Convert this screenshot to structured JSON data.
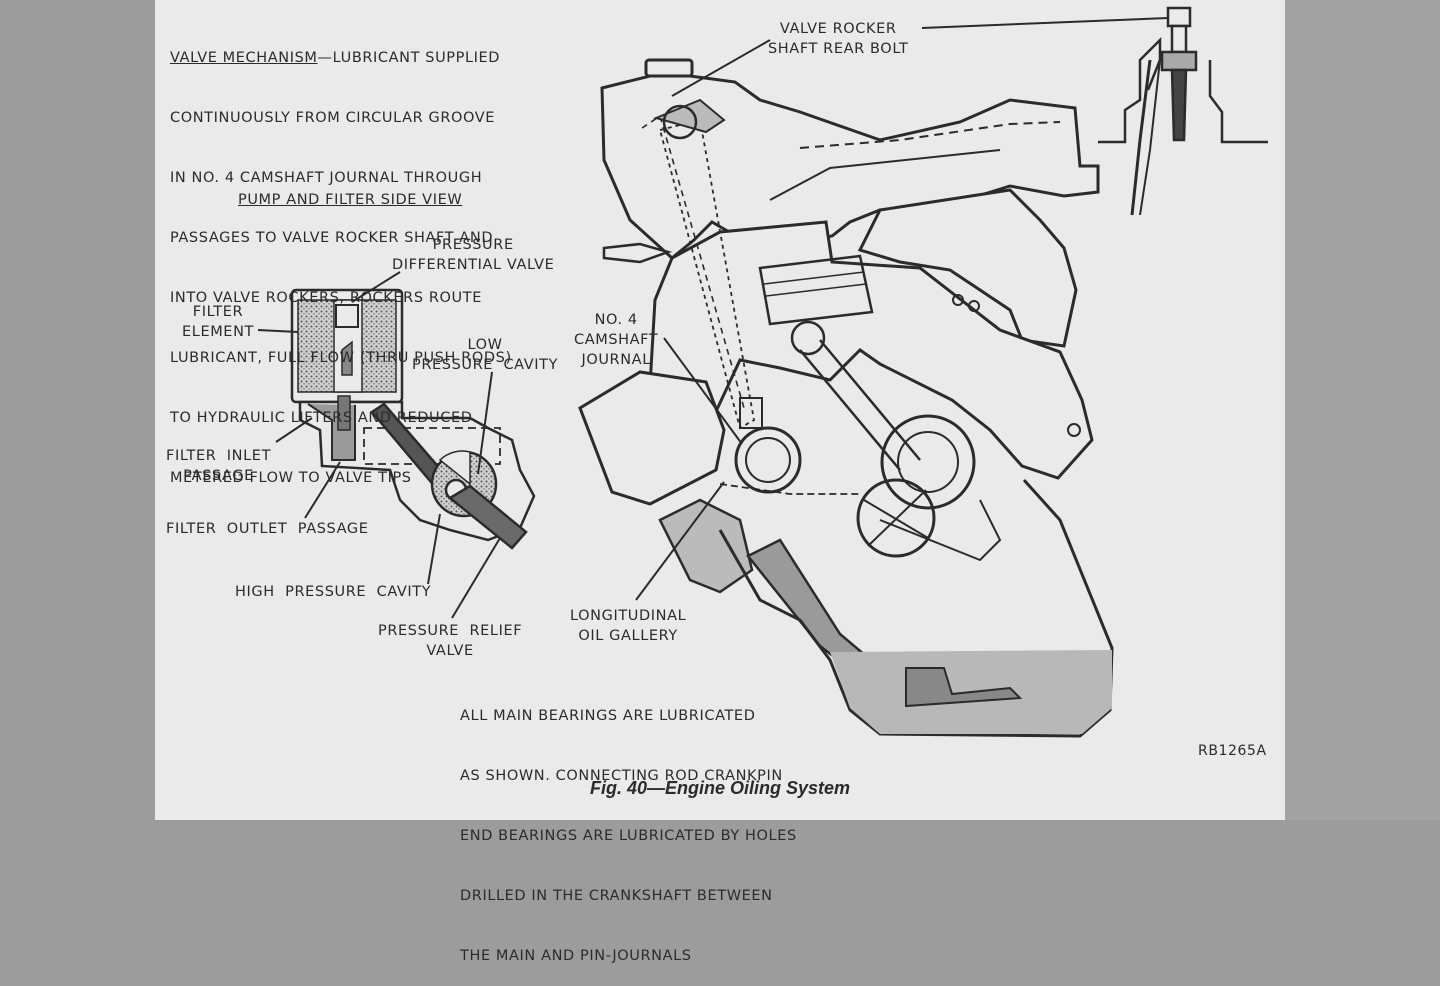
{
  "valve_mechanism": {
    "heading": "VALVE MECHANISM",
    "first_line_rest": "—LUBRICANT SUPPLIED",
    "lines": [
      "CONTINUOUSLY FROM CIRCULAR GROOVE",
      "IN NO. 4 CAMSHAFT JOURNAL THROUGH",
      "PASSAGES TO VALVE ROCKER SHAFT AND",
      "INTO VALVE ROCKERS, ROCKERS ROUTE",
      "LUBRICANT, FULL FLOW (THRU PUSH RODS)",
      "TO HYDRAULIC LIFTERS AND REDUCED",
      "METERED FLOW TO VALVE TIPS"
    ]
  },
  "pump_view_title": "PUMP AND FILTER SIDE VIEW",
  "labels": {
    "pressure_diff_valve": "PRESSURE\nDIFFERENTIAL VALVE",
    "filter_element": "FILTER\nELEMENT",
    "low_pressure_cavity": "LOW\nPRESSURE  CAVITY",
    "filter_inlet": "FILTER  INLET\nPASSAGE",
    "filter_outlet": "FILTER  OUTLET  PASSAGE",
    "high_pressure_cavity": "HIGH  PRESSURE  CAVITY",
    "pressure_relief": "PRESSURE  RELIEF\nVALVE",
    "rocker_bolt": "VALVE ROCKER\nSHAFT REAR BOLT",
    "camshaft_journal": "NO. 4\nCAMSHAFT\nJOURNAL",
    "oil_gallery": "LONGITUDINAL\nOIL GALLERY"
  },
  "bearings_note": [
    "ALL MAIN BEARINGS ARE LUBRICATED",
    "AS SHOWN. CONNECTING ROD CRANKPIN",
    "END BEARINGS ARE LUBRICATED BY HOLES",
    "DRILLED IN THE CRANKSHAFT BETWEEN",
    "THE MAIN AND PIN-JOURNALS"
  ],
  "figure_code": "RB1265A",
  "caption": "Fig. 40—Engine Oiling System",
  "colors": {
    "paper": "#eaeaea",
    "ink": "#2b2b2b",
    "oil": "#b8b8b8"
  }
}
